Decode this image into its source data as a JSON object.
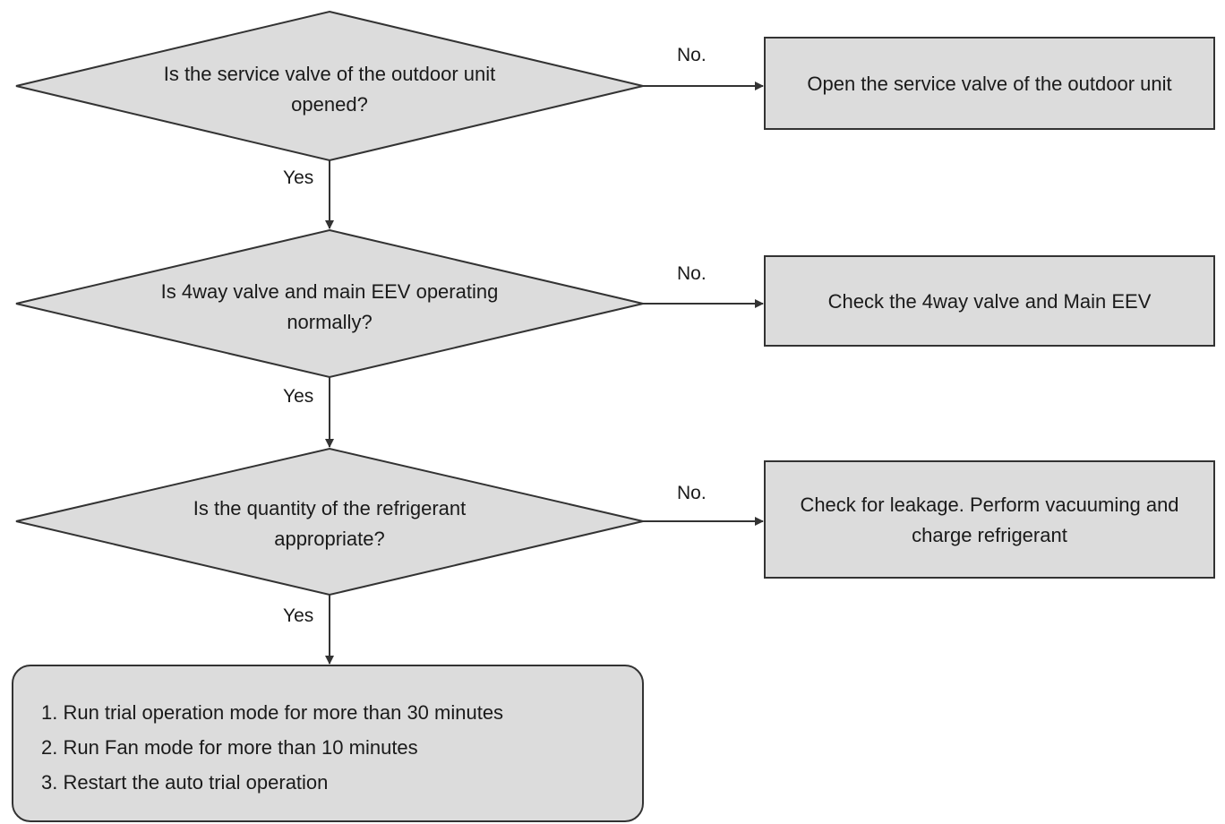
{
  "colors": {
    "shape_fill": "#dcdcdc",
    "shape_stroke": "#333333",
    "arrow": "#333333"
  },
  "decisions": [
    {
      "text": "Is the service valve of the outdoor unit opened?",
      "line1": "Is the service valve of the outdoor unit",
      "line2": "opened?"
    },
    {
      "text": "Is 4way valve and main EEV operating normally?",
      "line1": "Is 4way valve and main EEV operating",
      "line2": "normally?"
    },
    {
      "text": "Is the quantity of the refrigerant appropriate?",
      "line1": "Is the quantity of the refrigerant",
      "line2": "appropriate?"
    }
  ],
  "no_actions": [
    {
      "line1": "Open the service valve of the outdoor unit",
      "line2": ""
    },
    {
      "line1": "Check the 4way valve and Main EEV",
      "line2": ""
    },
    {
      "line1": "Check for leakage. Perform vacuuming and",
      "line2": "charge refrigerant"
    }
  ],
  "edge_labels": {
    "no": "No.",
    "yes": "Yes"
  },
  "final_box": {
    "steps": [
      "1. Run trial operation mode for more than 30 minutes",
      "2. Run Fan mode for more than 10 minutes",
      "3. Restart the auto trial operation"
    ]
  }
}
